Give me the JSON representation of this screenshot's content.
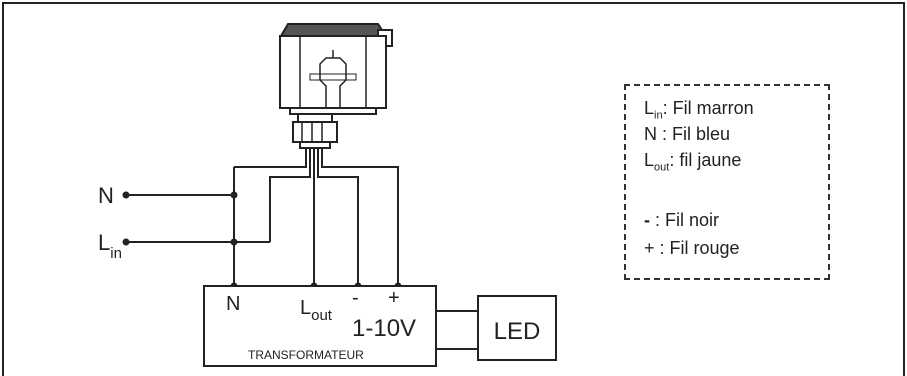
{
  "terminals": {
    "neutral": "N",
    "line_in_main": "L",
    "line_in_sub": "in"
  },
  "transformer": {
    "n_label": "N",
    "lout_main": "L",
    "lout_sub": "out",
    "minus_label": "-",
    "plus_label": "+",
    "dim_label": "1-10V",
    "name": "TRANSFORMATEUR"
  },
  "led": {
    "label": "LED"
  },
  "legend": {
    "lin_main": "L",
    "lin_sub": "in",
    "lin_text": ": Fil marron",
    "n_main": "N",
    "n_text": " : Fil bleu",
    "lout_main": "L",
    "lout_sub": "out",
    "lout_text": ": fil jaune",
    "minus_main": "-",
    "minus_text": " :  Fil noir",
    "plus_main": "+",
    "plus_text": " :  Fil rouge"
  }
}
